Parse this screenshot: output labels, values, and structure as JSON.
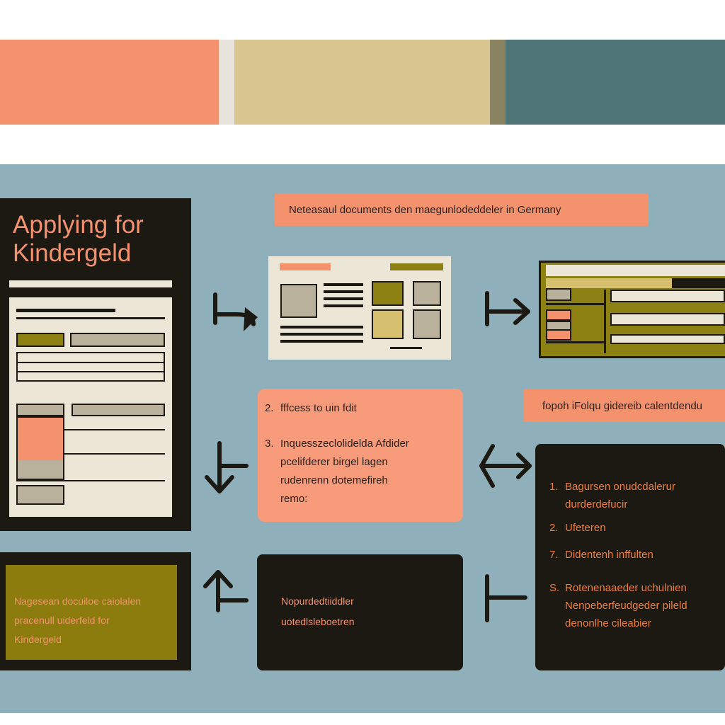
{
  "colors": {
    "coral": "#f4926d",
    "sand": "#d8c590",
    "teal": "#4f7577",
    "panel": "#8fb0bb",
    "dark": "#1c1812",
    "olive": "#8c7c0e"
  },
  "document_card": {
    "title_line1": "Applying for",
    "title_line2": "Kindergeld"
  },
  "top_banner": "Neteasaul documents den maegunlodeddeler in Germany",
  "middle_banner": "fopoh iFolqu gidereib calentdendu",
  "steps_box": {
    "items": [
      {
        "num": "2.",
        "lines": [
          "fffcess to uin fdit"
        ]
      },
      {
        "num": "3.",
        "lines": [
          "Inquesszeclolidelda Afdider",
          "pcelifderer birgel lagen",
          "rudenrenn dotemefireh",
          "remo:"
        ]
      }
    ]
  },
  "right_list": {
    "items": [
      {
        "num": "1.",
        "lines": [
          "Bagursen onudcdalerur",
          "durderdefucir"
        ]
      },
      {
        "num": "2.",
        "lines": [
          "Ufeteren"
        ]
      },
      {
        "num": "7.",
        "lines": [
          "Didentenh inffulten"
        ]
      },
      {
        "num": "S.",
        "lines": [
          "Rotenenaaeder uchulnien",
          "Nenpeberfeudgeder pileld",
          "denonlhe cileabier"
        ]
      }
    ]
  },
  "olive_box": {
    "lines": [
      "Nagesean docuiloe caiolalen",
      "pracenull uiderfeld for",
      "Kindergeld"
    ]
  },
  "middle_dark_box": {
    "lines": [
      "Nopurdedtiiddler",
      "uotedlsleboetren"
    ]
  }
}
